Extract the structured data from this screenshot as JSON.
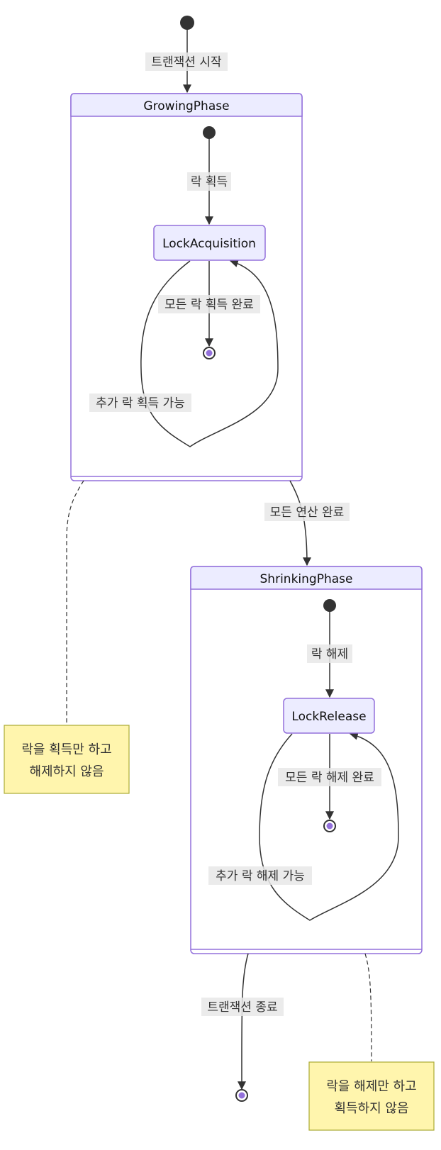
{
  "diagram": {
    "start_label": "트랜잭션 시작",
    "growing": {
      "title": "GrowingPhase",
      "enter_label": "락 획득",
      "state": "LockAcquisition",
      "done_label": "모든 락 획득 완료",
      "loop_label": "추가 락 획득 가능"
    },
    "between_label": "모든 연산 완료",
    "shrinking": {
      "title": "ShrinkingPhase",
      "enter_label": "락 해제",
      "state": "LockRelease",
      "done_label": "모든 락 해제 완료",
      "loop_label": "추가 락 해제 가능"
    },
    "end_label": "트랜잭션 종료",
    "note_growing": [
      "락을 획득만 하고",
      "해제하지 않음"
    ],
    "note_shrinking": [
      "락을 해제만 하고",
      "획득하지 않음"
    ]
  }
}
